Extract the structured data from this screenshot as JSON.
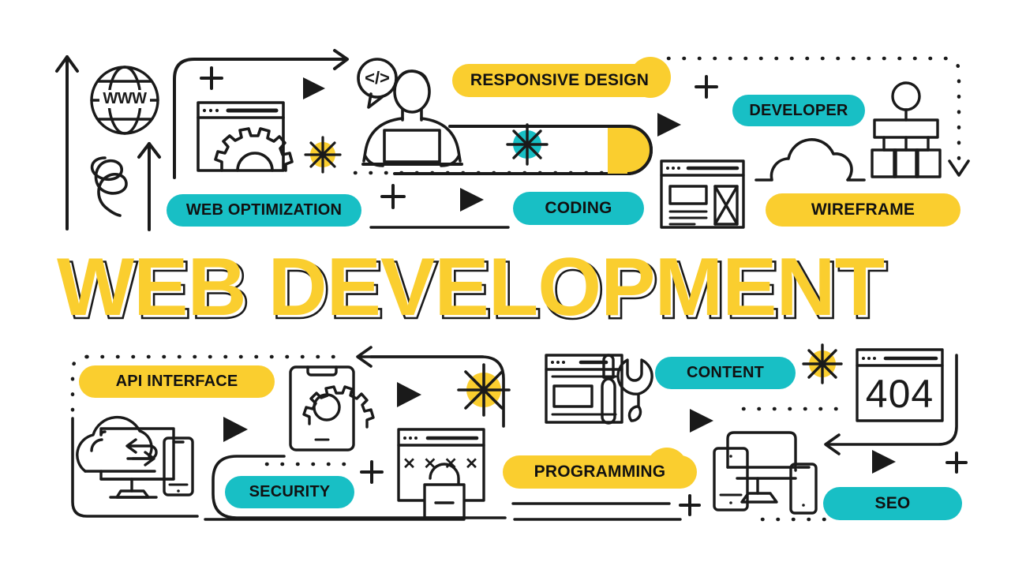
{
  "banner": {
    "headline": "WEB DEVELOPMENT",
    "background_color": "#FFFFFF",
    "accent_yellow": "#FACE2F",
    "accent_teal": "#18BFC5",
    "line_color": "#1A1A1A"
  },
  "labels": {
    "responsive_design": "RESPONSIVE DESIGN",
    "developer": "DEVELOPER",
    "web_optimization": "WEB OPTIMIZATION",
    "coding": "CODING",
    "wireframe": "WIREFRAME",
    "api_interface": "API INTERFACE",
    "content": "CONTENT",
    "security": "SECURITY",
    "programming": "PROGRAMMING",
    "seo": "SEO"
  },
  "icon_text": {
    "www": "WWW",
    "error_code": "404",
    "code_bubble": "</>",
    "password_mask": "✕ ✕ ✕ ✕"
  },
  "icons": {
    "top": [
      "up-arrow-icon",
      "globe-www-icon",
      "spiral-icon",
      "short-up-arrow-icon",
      "plus-icon",
      "browser-gear-icon",
      "play-triangle-icon",
      "code-bubble-person-laptop-icon",
      "yellow-starburst-icon",
      "teal-starburst-icon",
      "dotted-line-icon",
      "curved-arrow-icon",
      "browser-wireframe-icon",
      "cloud-outline-icon",
      "sitemap-icon"
    ],
    "bottom": [
      "dotted-corner-path-icon",
      "cloud-sync-devices-icon",
      "play-triangle-icon",
      "phone-gear-icon",
      "left-arrow-icon",
      "yellow-starburst-icon",
      "browser-tools-icon",
      "browser-lock-icon",
      "plus-icon",
      "teal-starburst-icon",
      "browser-404-icon",
      "responsive-devices-icon",
      "return-arrow-icon"
    ]
  }
}
